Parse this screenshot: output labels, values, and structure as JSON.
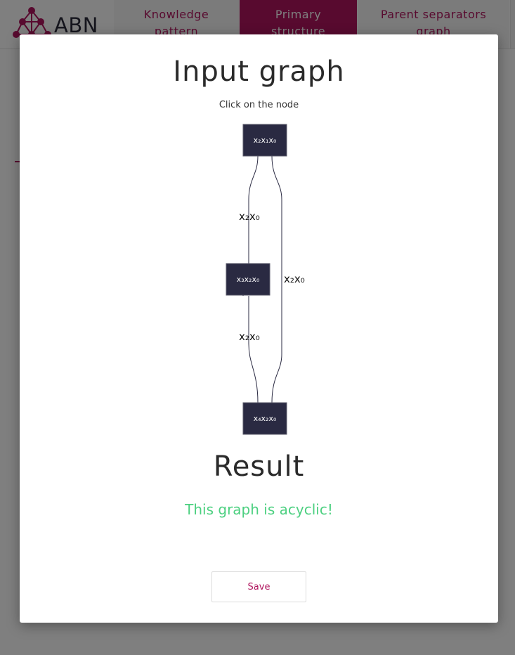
{
  "app": {
    "name": "ABN"
  },
  "nav": {
    "tabs": [
      {
        "label": "Knowledge\npattern",
        "active": false
      },
      {
        "label": "Primary\nstructure",
        "active": true
      },
      {
        "label": "Parent separators\ngraph",
        "active": false
      }
    ]
  },
  "colors": {
    "accent": "#b0155e",
    "node": "#2a2a42",
    "success": "#4cd080"
  },
  "modal": {
    "title": "Input graph",
    "hint": "Click on the node",
    "result_title": "Result",
    "result_message": "This graph is acyclic!",
    "save_label": "Save"
  },
  "graph": {
    "nodes": [
      {
        "id": "top",
        "label": "x₂x₁x₀"
      },
      {
        "id": "mid",
        "label": "x₃x₂x₀"
      },
      {
        "id": "bot",
        "label": "x₄x₂x₀"
      }
    ],
    "edges": [
      {
        "from": "top",
        "to": "mid",
        "label": "x₂x₀"
      },
      {
        "from": "mid",
        "to": "bot",
        "label": "x₂x₀"
      },
      {
        "from": "top",
        "to": "bot",
        "label": "x₂x₀"
      }
    ]
  }
}
